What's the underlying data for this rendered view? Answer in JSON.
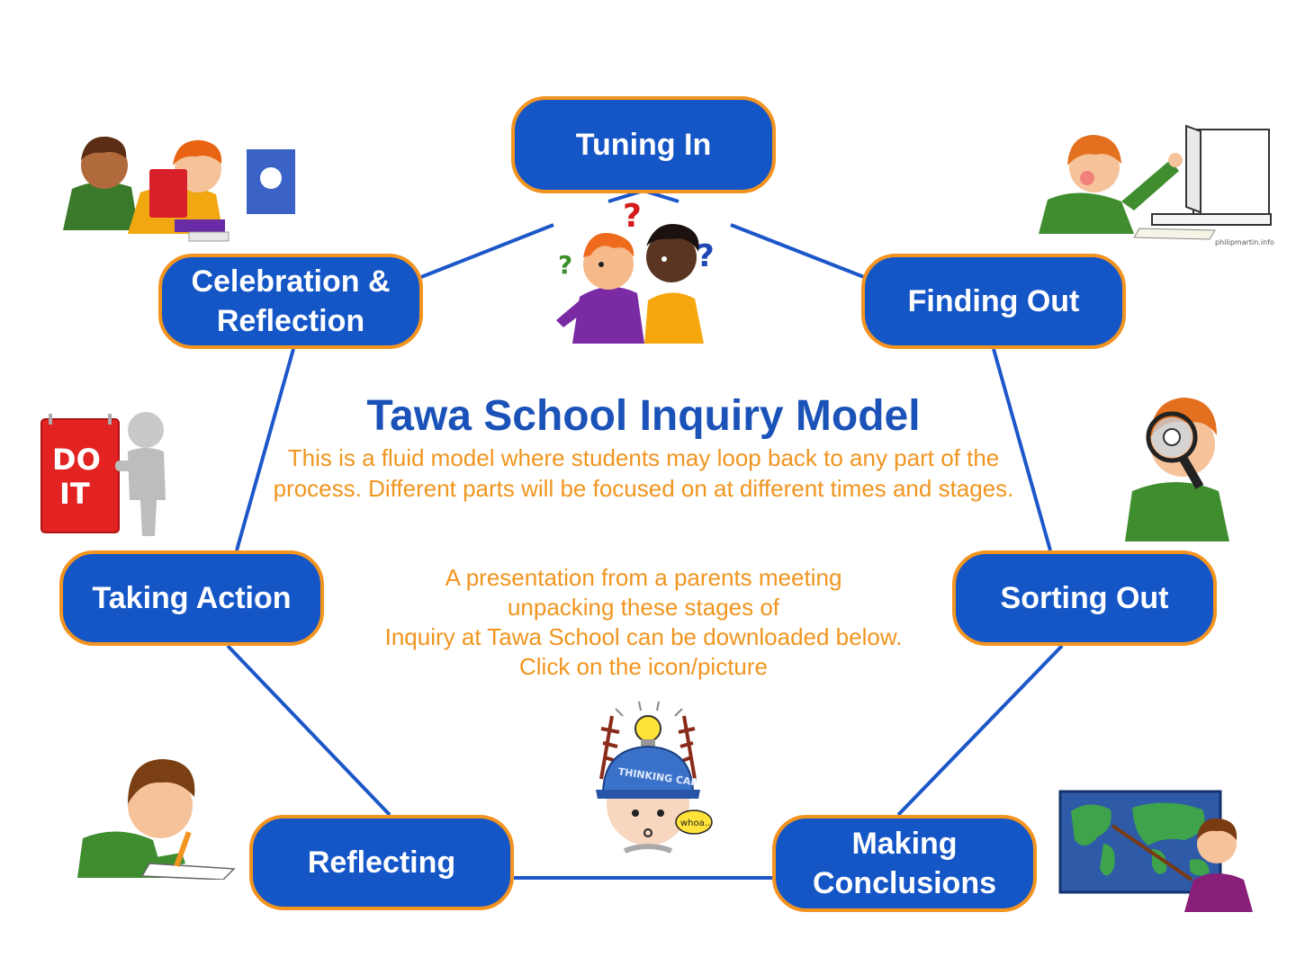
{
  "title": "Tawa School Inquiry Model",
  "description": "This is a fluid model where students may loop back to any part of the process. Different parts will be focused on at different times and stages.",
  "presentation_lines": [
    "A presentation from a parents meeting",
    "unpacking these stages of",
    "Inquiry at Tawa School can be downloaded below.",
    "Click on the icon/picture"
  ],
  "stages": {
    "tuning_in": "Tuning In",
    "finding_out": "Finding Out",
    "sorting_out": "Sorting Out",
    "making_conclusions": "Making\nConclusions",
    "reflecting": "Reflecting",
    "taking_action": "Taking Action",
    "celebration_reflection": "Celebration &\nReflection"
  },
  "sign_text": {
    "line1": "DO",
    "line2": "IT"
  },
  "thinking_cap_text": "THINKING CAP",
  "speech_bubble_text": "whoa..",
  "credits": {
    "finding_out": "philipmartin.info"
  },
  "colors": {
    "node_fill": "#1556c7",
    "node_border": "#f2941f",
    "connector": "#1c57c9",
    "title": "#1a52b8",
    "body_text": "#f0951f"
  }
}
